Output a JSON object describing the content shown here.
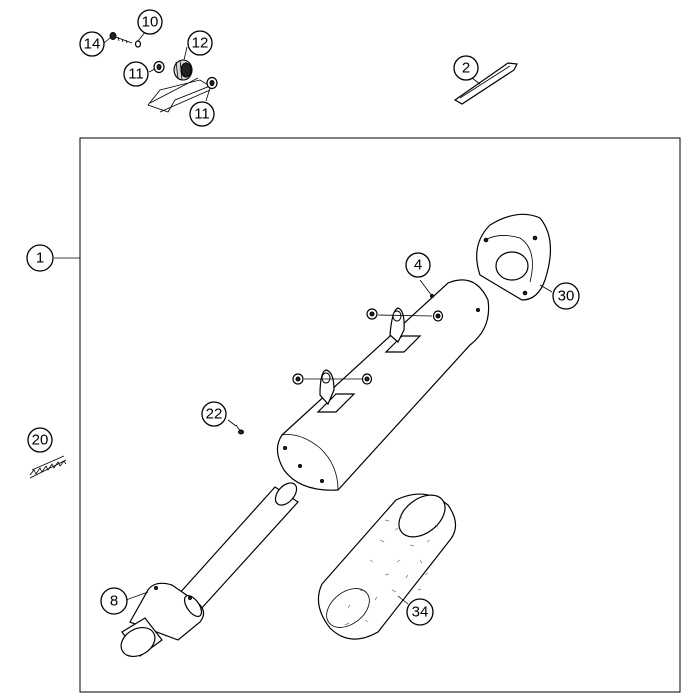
{
  "diagram": {
    "callouts": {
      "assembly": "1",
      "heat_shield": "2",
      "silencer_body": "4",
      "inlet_pipe": "8",
      "washer_top": "10",
      "washer_left": "11",
      "washer_right": "11",
      "rubber_mount": "12",
      "bolt_top": "14",
      "spring": "20",
      "screw": "22",
      "end_cap": "30",
      "insert": "34"
    }
  }
}
